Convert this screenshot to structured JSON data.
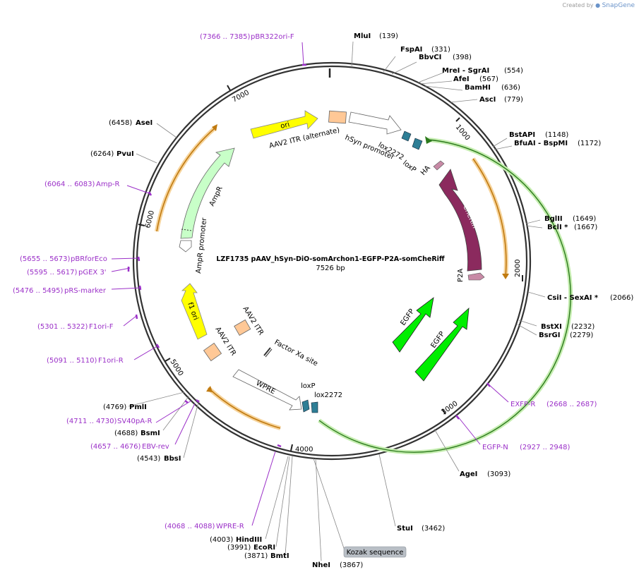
{
  "credit": {
    "prefix": "Created by",
    "brand": "SnapGene"
  },
  "plasmid": {
    "name": "LZF1735 pAAV_hSyn-DiO-somArchon1-EGFP-P2A-somCheRiff",
    "length_label": "7526 bp"
  },
  "ticks": [
    "1000",
    "2000",
    "3000",
    "4000",
    "5000",
    "6000",
    "7000"
  ],
  "enzymes": [
    {
      "name": "MluI",
      "pos": "(139)"
    },
    {
      "name": "FspAI",
      "pos": "(331)"
    },
    {
      "name": "BbvCI",
      "pos": "(398)"
    },
    {
      "name": "MreI  - SgrAI",
      "pos": "(554)"
    },
    {
      "name": "AfeI",
      "pos": "(567)"
    },
    {
      "name": "BamHI",
      "pos": "(636)"
    },
    {
      "name": "AscI",
      "pos": "(779)"
    },
    {
      "name": "BstAPI",
      "pos": "(1148)"
    },
    {
      "name": "BfuAI  - BspMI",
      "pos": "(1172)"
    },
    {
      "name": "BglII",
      "pos": "(1649)"
    },
    {
      "name": "BclI *",
      "pos": "(1667)"
    },
    {
      "name": "CsiI  - SexAI *",
      "pos": "(2066)"
    },
    {
      "name": "BstXI",
      "pos": "(2232)"
    },
    {
      "name": "BsrGI",
      "pos": "(2279)"
    },
    {
      "name": "AgeI",
      "pos": "(3093)"
    },
    {
      "name": "StuI",
      "pos": "(3462)"
    },
    {
      "name": "NheI",
      "pos": "(3867)"
    },
    {
      "name": "BmtI",
      "pos": "(3871)"
    },
    {
      "name": "EcoRI",
      "pos": "(3991)"
    },
    {
      "name": "HindIII",
      "pos": "(4003)"
    },
    {
      "name": "BbsI",
      "pos": "(4543)"
    },
    {
      "name": "BsmI",
      "pos": "(4688)"
    },
    {
      "name": "PmlI",
      "pos": "(4769)"
    },
    {
      "name": "PvuI",
      "pos": "(6264)"
    },
    {
      "name": "AseI",
      "pos": "(6458)"
    }
  ],
  "primers": [
    {
      "name": "pBR322ori-F",
      "range": "(7366 .. 7385)"
    },
    {
      "name": "EXFP-R",
      "range": "(2668 .. 2687)"
    },
    {
      "name": "EGFP-N",
      "range": "(2927 .. 2948)"
    },
    {
      "name": "WPRE-R",
      "range": "(4068 .. 4088)"
    },
    {
      "name": "EBV-rev",
      "range": "(4657 .. 4676)"
    },
    {
      "name": "SV40pA-R",
      "range": "(4711 .. 4730)"
    },
    {
      "name": "F1ori-R",
      "range": "(5091 .. 5110)"
    },
    {
      "name": "F1ori-F",
      "range": "(5301 .. 5322)"
    },
    {
      "name": "pRS-marker",
      "range": "(5476 .. 5495)"
    },
    {
      "name": "pGEX 3'",
      "range": "(5595 .. 5617)"
    },
    {
      "name": "pBRforEco",
      "range": "(5655 .. 5673)"
    },
    {
      "name": "Amp-R",
      "range": "(6064 .. 6083)"
    }
  ],
  "features": {
    "ori": "ori",
    "aav2_itr_alt": "AAV2 ITR (alternate)",
    "hsyn": "hSyn promoter",
    "lox2272_top": "lox2272",
    "loxp_top": "loxP",
    "ha": "HA",
    "cheriff": "CheRiff",
    "p2a": "P2A",
    "egfp_1": "EGFP",
    "egfp_2": "EGFP",
    "loxp_bottom": "loxP",
    "lox2272_bottom": "lox2272",
    "wpre": "WPRE",
    "factor_xa": "Factor Xa site",
    "aav2_itr_1": "AAV2 ITR",
    "aav2_itr_2": "AAV2 ITR",
    "f1_ori": "f1 ori",
    "ampr_promoter": "AmpR promoter",
    "ampr": "AmpR"
  },
  "kozak": "Kozak sequence",
  "colors": {
    "ori": "#ffff00",
    "itr": "#ffc896",
    "cheriff": "#8b2a5e",
    "egfp": "#00ee00",
    "lox": "#2e7e95",
    "ampr": "#c8ffc8",
    "orf_orange": "#f0a030",
    "primer": "#9b30c8",
    "ha": "#c88aa6"
  }
}
